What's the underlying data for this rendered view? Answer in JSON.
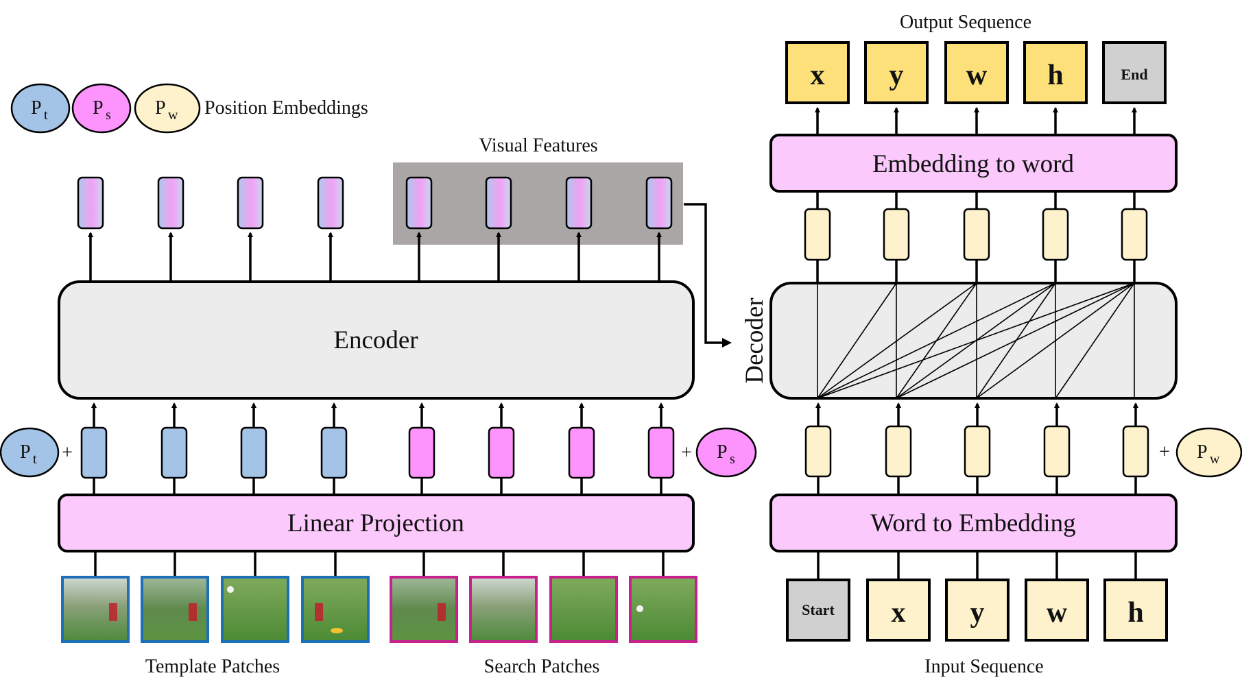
{
  "position_embeddings": {
    "pt": {
      "main": "P",
      "sub": "t"
    },
    "ps": {
      "main": "P",
      "sub": "s"
    },
    "pw": {
      "main": "P",
      "sub": "w"
    },
    "legend_label": "Position Embeddings",
    "plus": "+"
  },
  "encoder": {
    "visual_features_label": "Visual Features",
    "encoder_label": "Encoder",
    "linear_projection_label": "Linear Projection",
    "template_patches_label": "Template Patches",
    "search_patches_label": "Search Patches"
  },
  "decoder": {
    "decoder_label": "Decoder",
    "embedding_to_word_label": "Embedding to word",
    "word_to_embedding_label": "Word to Embedding",
    "output_sequence_label": "Output Sequence",
    "input_sequence_label": "Input Sequence",
    "output_tokens": [
      "x",
      "y",
      "w",
      "h",
      "End"
    ],
    "input_tokens": [
      "Start",
      "x",
      "y",
      "w",
      "h"
    ]
  },
  "colors": {
    "template_blue": "#a3c4e6",
    "search_pink": "#fd93fd",
    "embedding_pink": "#fbc9fb",
    "module_gray": "#ececec",
    "visual_features_gray": "#aaa6a6",
    "token_yellow": "#fde07a",
    "token_cream": "#fdf2cb",
    "token_gray": "#d0d0d0",
    "template_border": "#1d6fb8",
    "search_border": "#c8218f"
  }
}
